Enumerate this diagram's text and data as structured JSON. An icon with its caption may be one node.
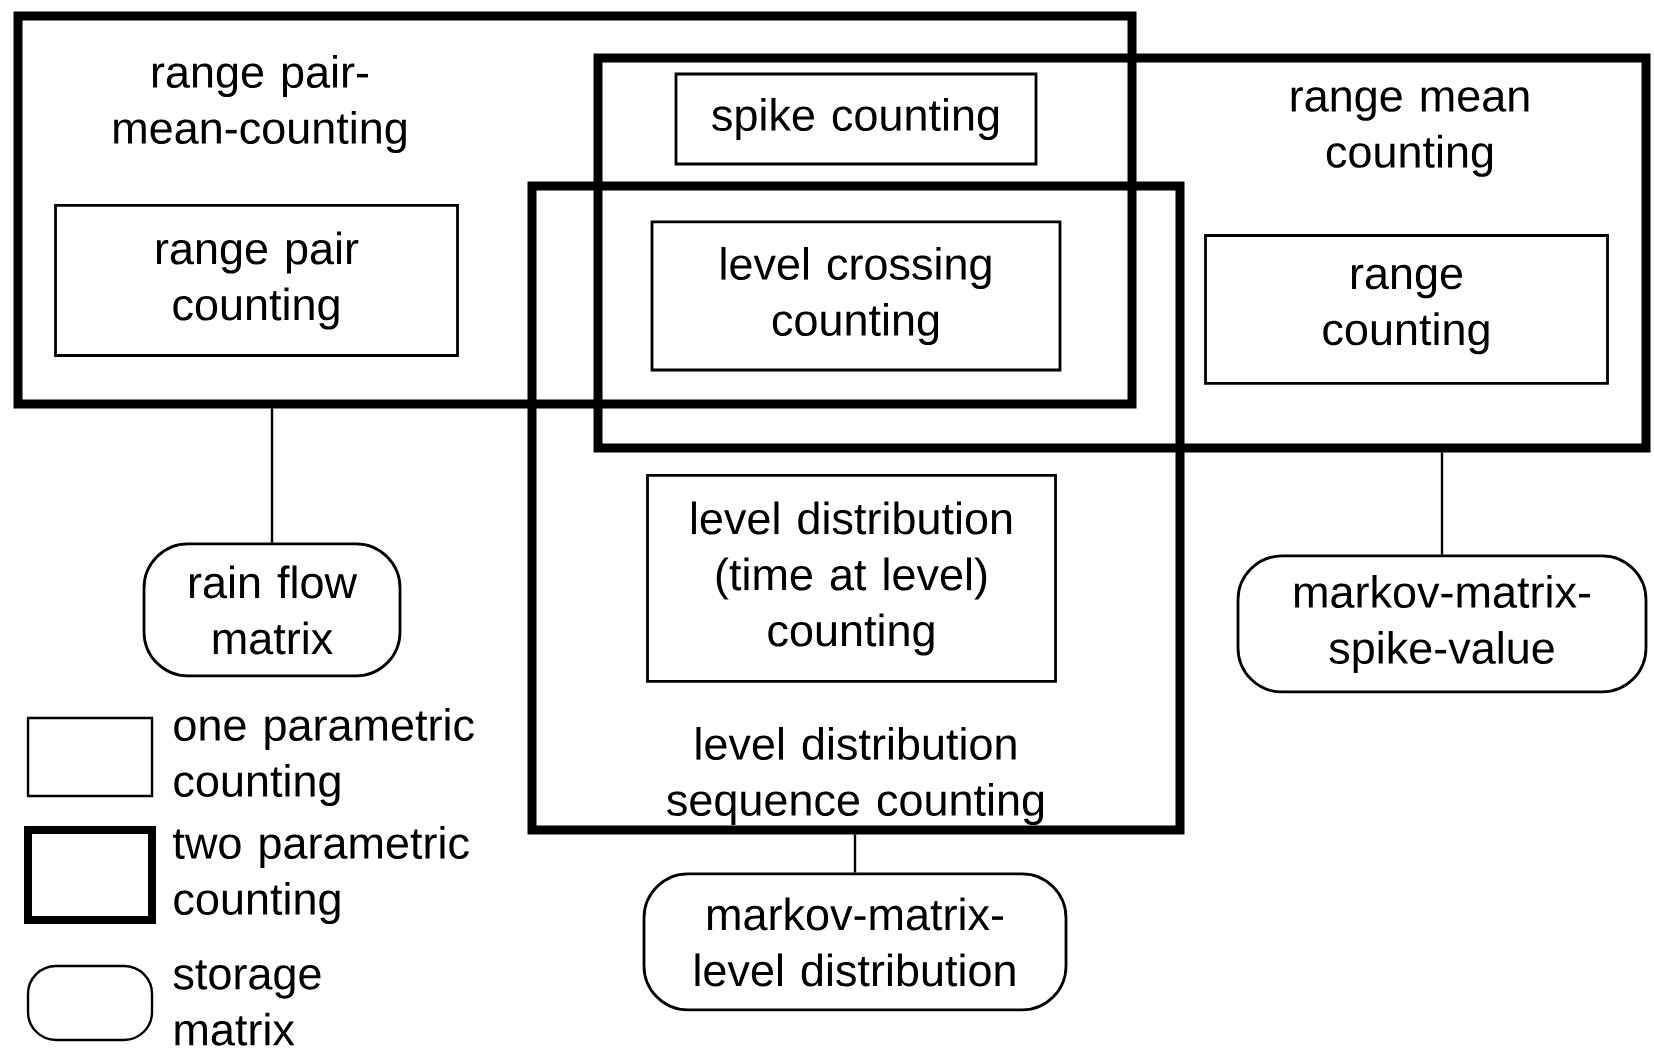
{
  "diagram": {
    "nodes": [
      {
        "text": [
          "range pair-mean-counting"
        ]
      },
      {
        "text": [
          "range pair counting"
        ],
        "in": 0
      },
      {
        "text": [
          "range mean counting"
        ]
      },
      {
        "text": [
          "spike counting"
        ]
      },
      {
        "text": [
          "level crossing counting"
        ]
      },
      {
        "text": [
          "range counting"
        ],
        "in": 2
      },
      {
        "text": [
          "level distribution sequence counting"
        ]
      },
      {
        "text": [
          "level distribution (time at level) counting"
        ],
        "in": 6
      },
      {
        "text": [
          "rain flow matrix"
        ]
      },
      {
        "text": [
          "markov-matrix-spike-value"
        ]
      },
      {
        "text": [
          "markov-matrix-level distribution"
        ]
      }
    ],
    "edges": [
      {
        "from": 0,
        "to": 8,
        "arrow": "none"
      },
      {
        "from": 2,
        "to": 9,
        "arrow": "none"
      },
      {
        "from": 6,
        "to": 10,
        "arrow": "none"
      }
    ],
    "legend": [
      {
        "text": "one parametric counting"
      },
      {
        "text": "two parametric counting"
      },
      {
        "text": "storage matrix"
      }
    ]
  }
}
